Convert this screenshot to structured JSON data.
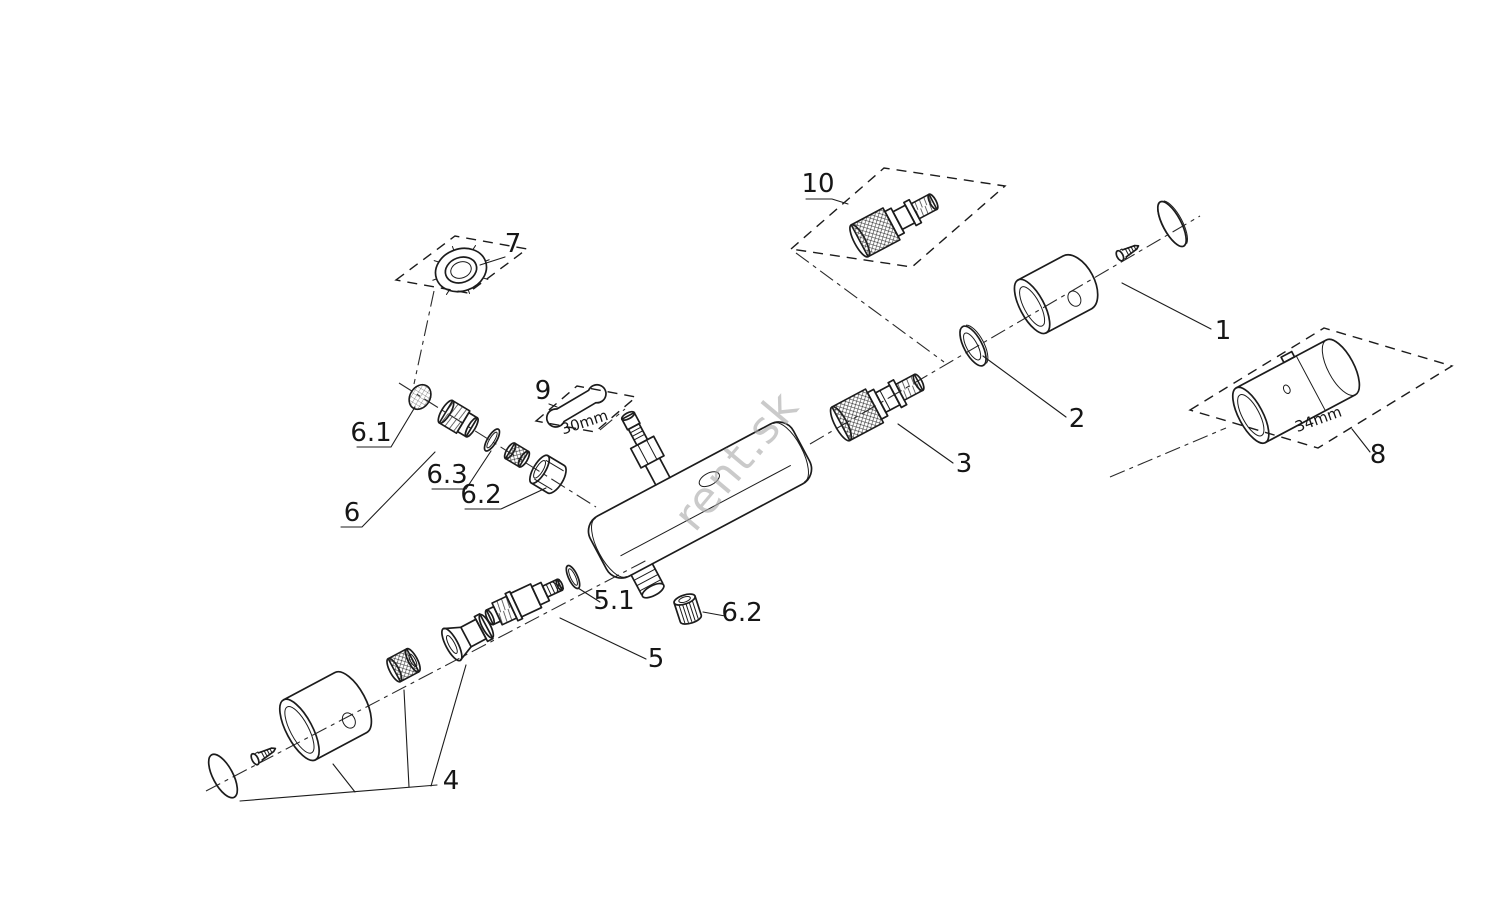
{
  "diagram": {
    "watermark": "rent.sk",
    "colors": {
      "line": "#1c1c1c",
      "background": "#ffffff",
      "watermark": "#a8a8a8"
    },
    "labels": {
      "part1": "1",
      "part2": "2",
      "part3": "3",
      "part4": "4",
      "part5": "5",
      "part5_1": "5.1",
      "part6": "6",
      "part6_1": "6.1",
      "part6_2": "6.2",
      "part6_2b": "6.2",
      "part6_3": "6.3",
      "part7": "7",
      "part8": "8",
      "part9": "9",
      "part10": "10",
      "size_30": "30mm",
      "size_34": "34mm"
    }
  }
}
